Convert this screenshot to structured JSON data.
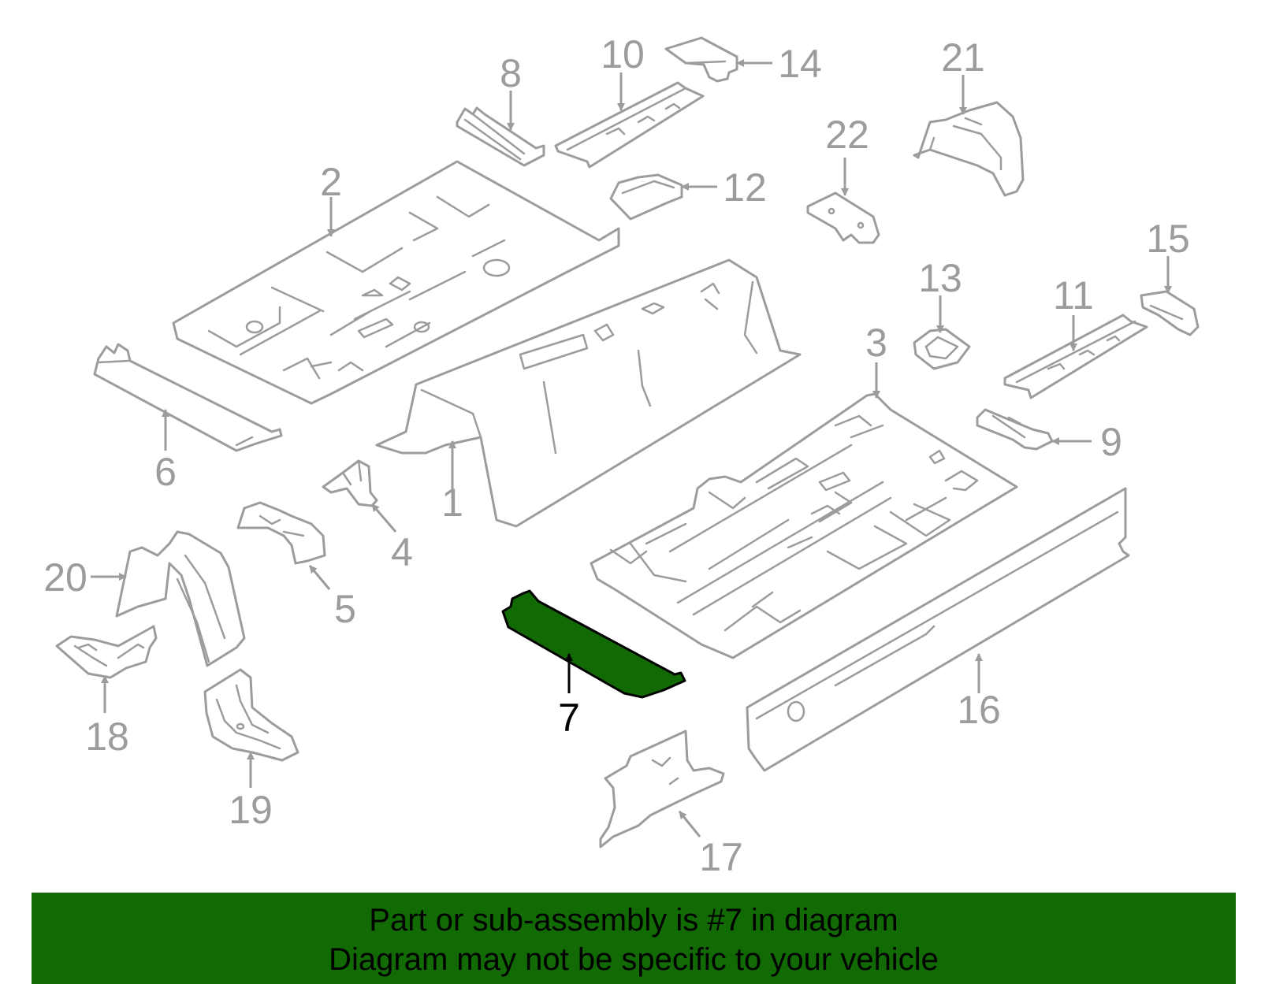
{
  "highlight_color": "#116a04",
  "line_color": "#9c9c9c",
  "callouts": {
    "c1": "1",
    "c2": "2",
    "c3": "3",
    "c4": "4",
    "c5": "5",
    "c6": "6",
    "c7": "7",
    "c8": "8",
    "c9": "9",
    "c10": "10",
    "c11": "11",
    "c12": "12",
    "c13": "13",
    "c14": "14",
    "c15": "15",
    "c16": "16",
    "c17": "17",
    "c18": "18",
    "c19": "19",
    "c20": "20",
    "c21": "21",
    "c22": "22"
  },
  "banner": {
    "line1": "Part or sub-assembly is #7 in diagram",
    "line2": "Diagram may not be specific to your vehicle"
  }
}
